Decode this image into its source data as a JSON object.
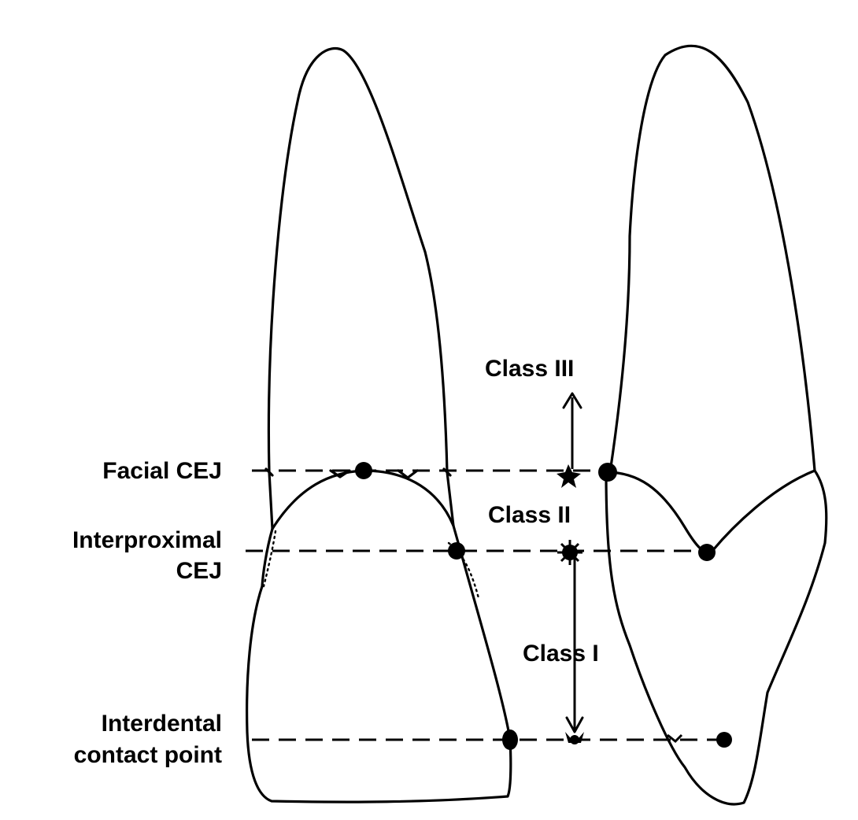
{
  "labels": {
    "facial_cej": "Facial CEJ",
    "interproximal_cej_line1": "Interproximal",
    "interproximal_cej_line2": "CEJ",
    "contact_point_line1": "Interdental",
    "contact_point_line2": "contact point",
    "class_iii": "Class III",
    "class_ii": "Class II",
    "class_i": "Class I"
  },
  "colors": {
    "ink": "#000000",
    "background": "#ffffff"
  }
}
